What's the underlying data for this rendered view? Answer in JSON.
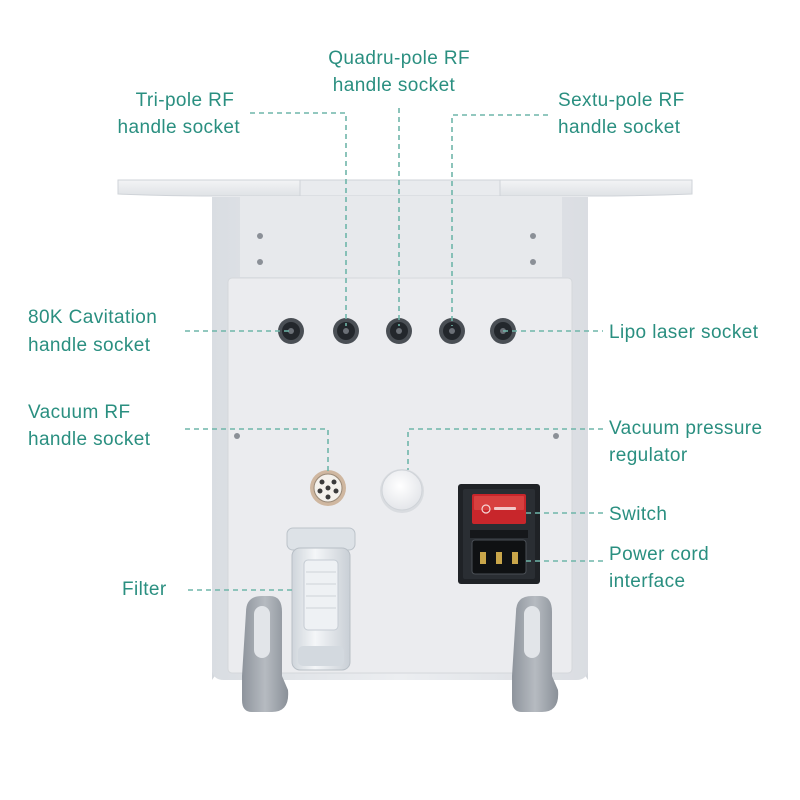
{
  "colors": {
    "label": "#2a8f80",
    "leader": "#6fb6aa",
    "body": "#e3e6ea",
    "panel": "#ecedf0",
    "switch_red": "#c8262b"
  },
  "labels": {
    "tri_pole": [
      "Tri-pole RF",
      "handle socket"
    ],
    "quadru_pole": [
      "Quadru-pole RF",
      "handle socket"
    ],
    "sextu_pole": [
      "Sextu-pole RF",
      "handle socket"
    ],
    "cavitation": [
      "80K Cavitation",
      "handle socket"
    ],
    "lipo_laser": [
      "Lipo laser socket"
    ],
    "vacuum_rf": [
      "Vacuum RF",
      "handle socket"
    ],
    "vacuum_pressure": [
      "Vacuum pressure",
      "regulator"
    ],
    "switch": [
      "Switch"
    ],
    "power_cord": [
      "Power cord",
      "interface"
    ],
    "filter": [
      "Filter"
    ]
  }
}
